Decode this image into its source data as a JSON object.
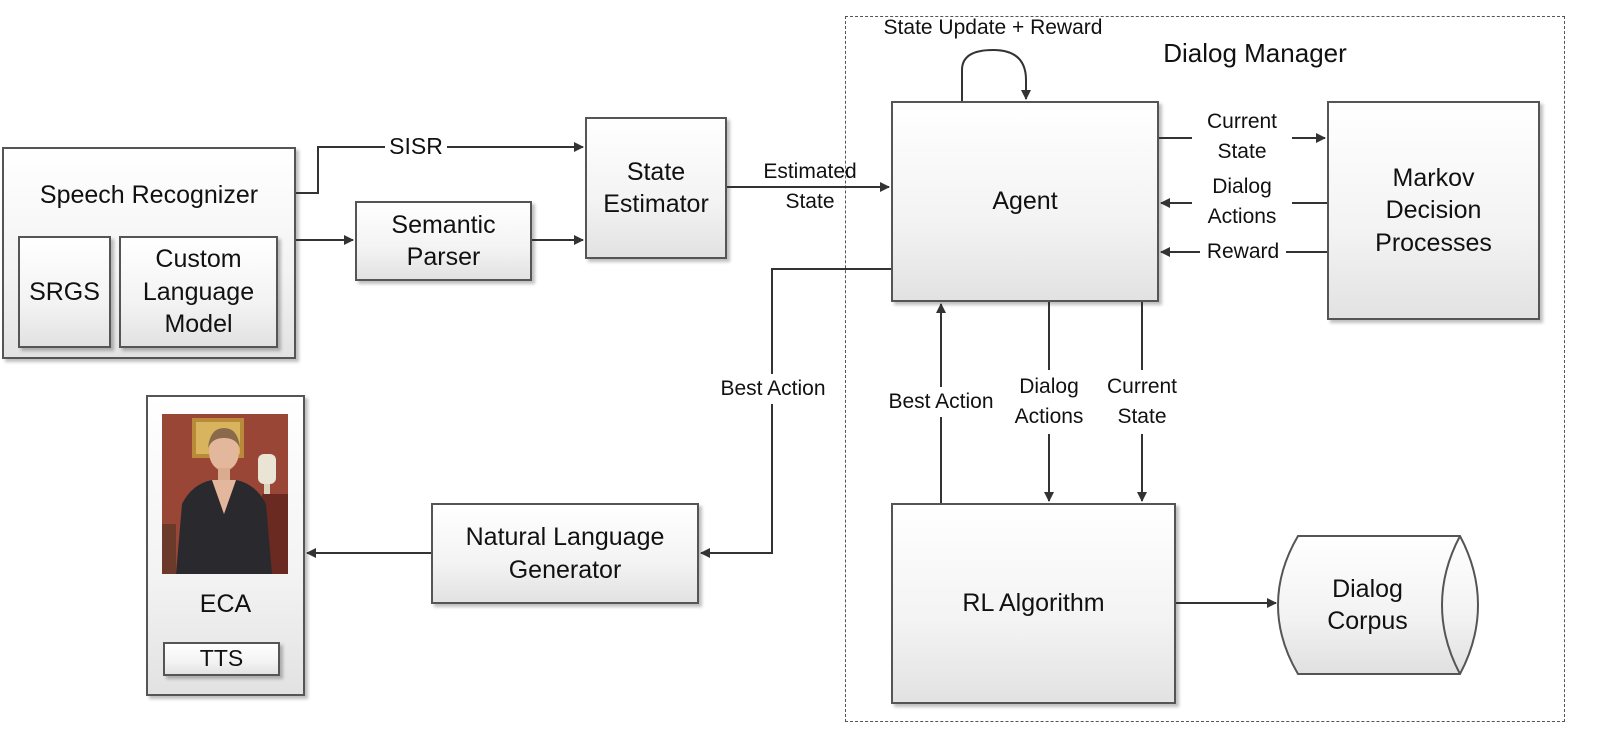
{
  "dialog_manager": {
    "title": "Dialog Manager",
    "loop_label": "State Update + Reward"
  },
  "speech_recognizer": {
    "label": "Speech Recognizer",
    "srgs": "SRGS",
    "custom_lm": "Custom\nLanguage\nModel"
  },
  "semantic_parser": {
    "label": "Semantic\nParser"
  },
  "state_estimator": {
    "label": "State\nEstimator"
  },
  "agent": {
    "label": "Agent"
  },
  "mdp": {
    "label": "Markov\nDecision\nProcesses"
  },
  "rl_algorithm": {
    "label": "RL Algorithm"
  },
  "dialog_corpus": {
    "label": "Dialog\nCorpus"
  },
  "nlg": {
    "label": "Natural Language\nGenerator"
  },
  "eca": {
    "label": "ECA",
    "tts": "TTS"
  },
  "edges": {
    "sisr": "SISR",
    "estimated_state": "Estimated\nState",
    "current_state_top": "Current\nState",
    "dialog_actions_top": "Dialog\nActions",
    "reward": "Reward",
    "best_action_left": "Best Action",
    "best_action_mid": "Best Action",
    "dialog_actions_bottom": "Dialog\nActions",
    "current_state_bottom": "Current\nState"
  },
  "colors": {
    "stroke": "#555555",
    "arrow": "#333333",
    "background": "#ffffff"
  }
}
